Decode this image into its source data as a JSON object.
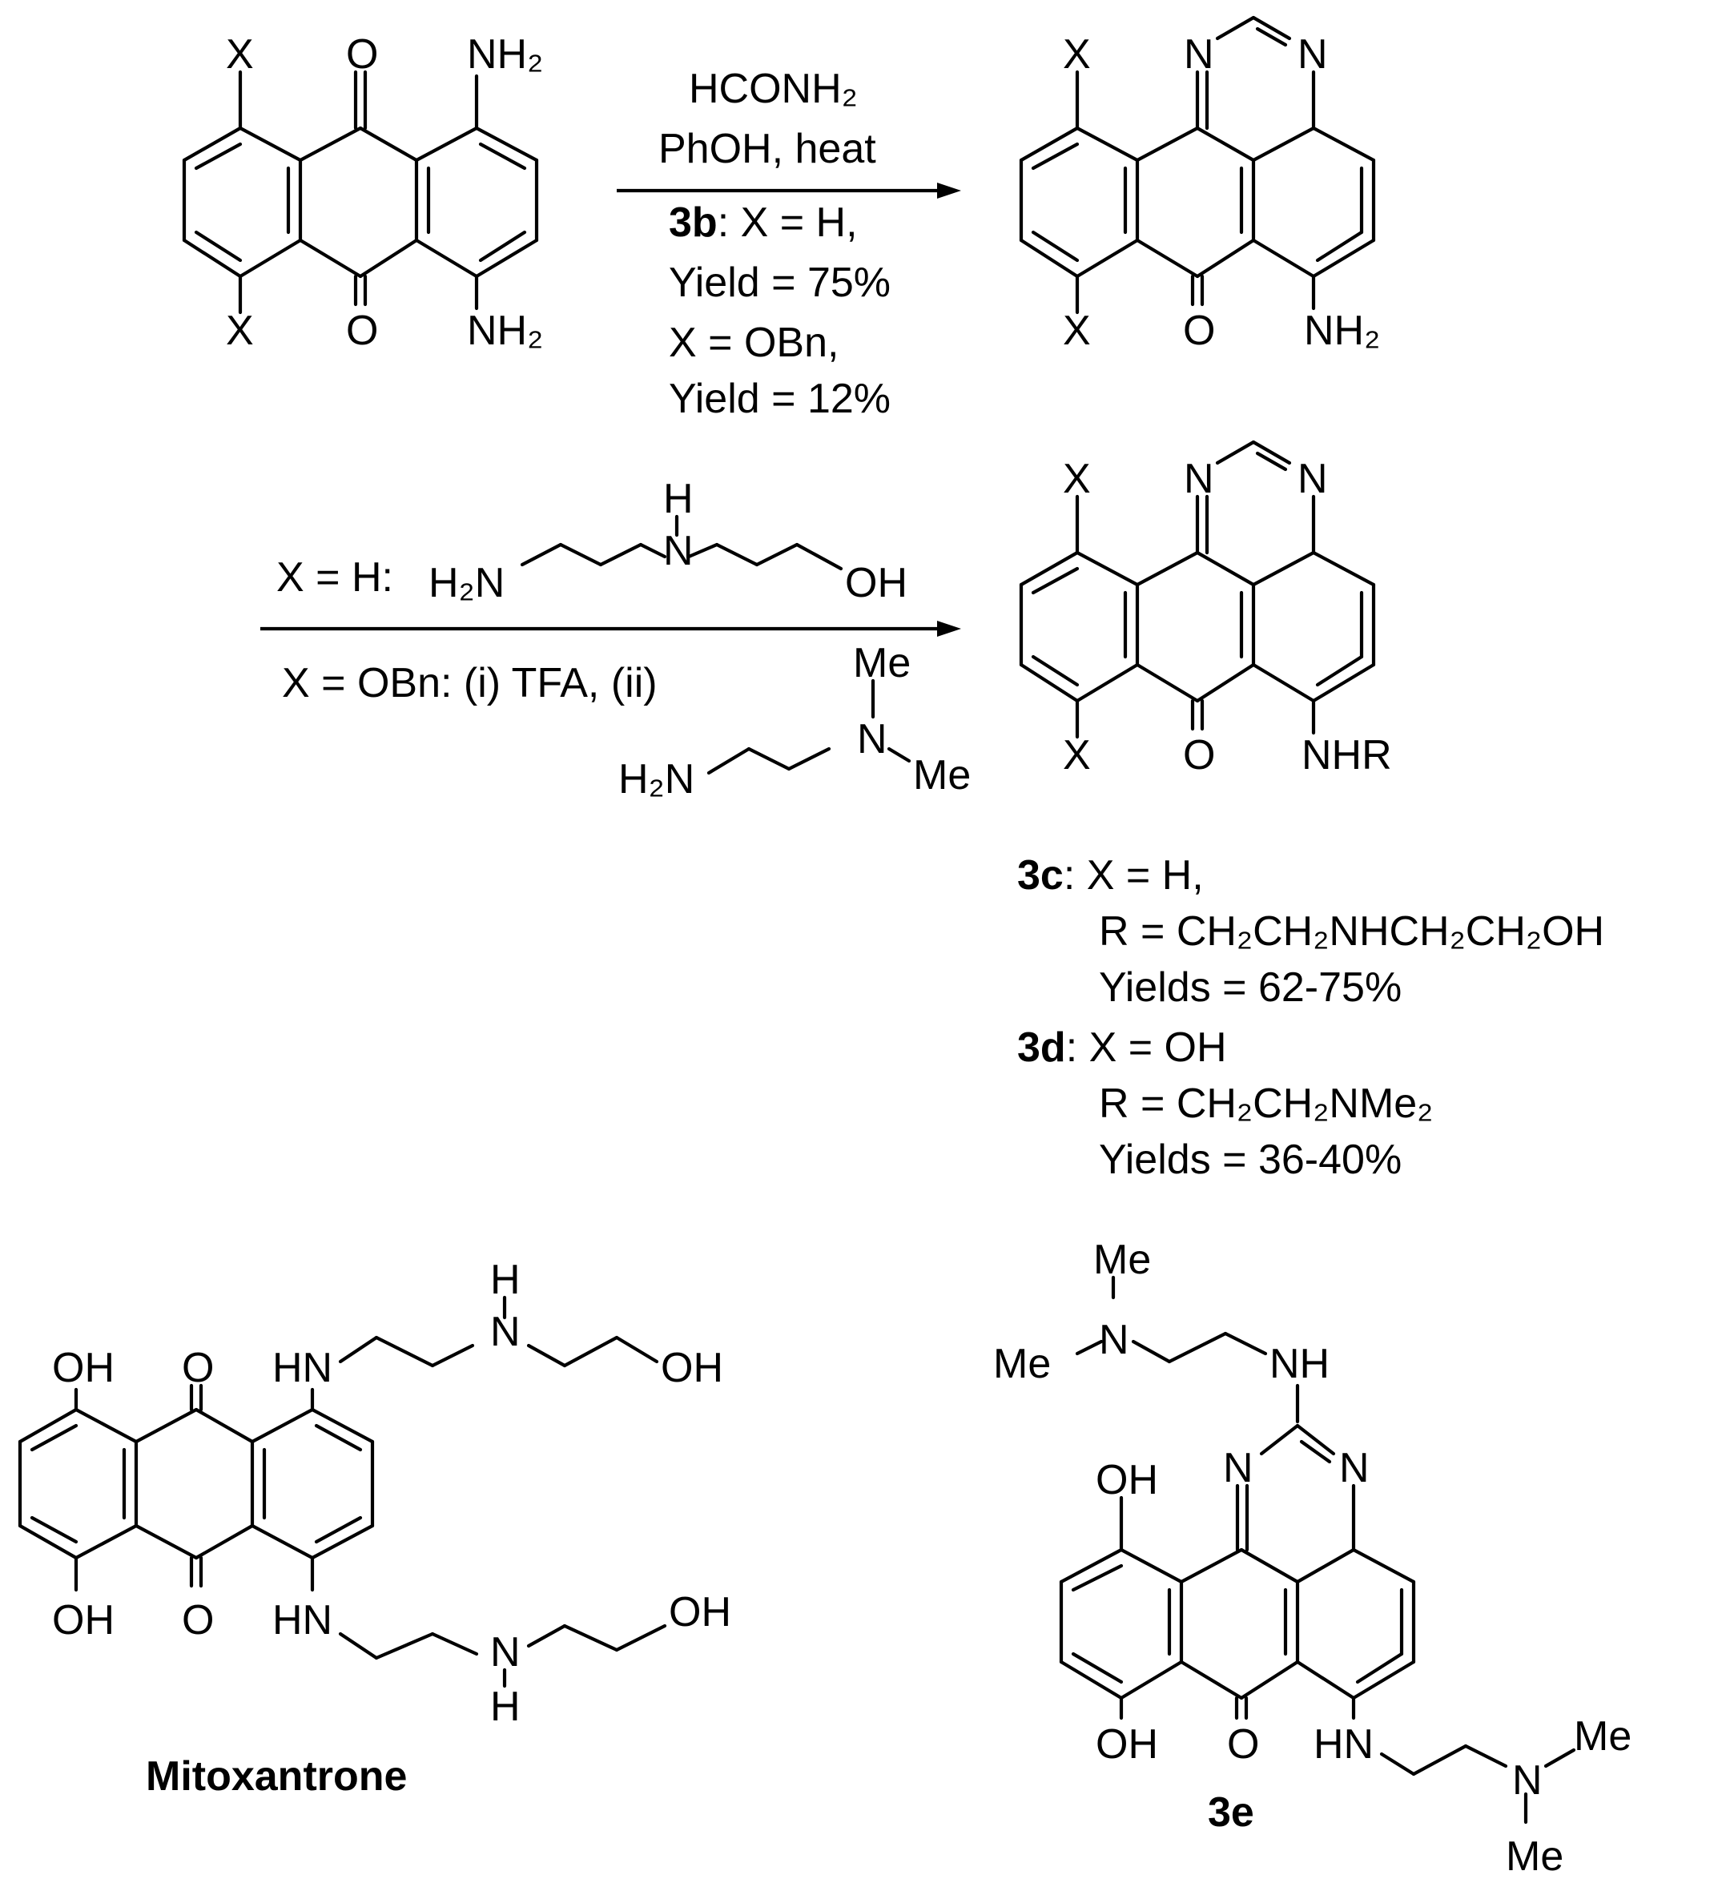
{
  "labels": {
    "X": "X",
    "O": "O",
    "N": "N",
    "H": "H",
    "NH2": "NH₂",
    "H2N": "H₂N",
    "OH": "OH",
    "HN": "HN",
    "NH": "NH",
    "NHR": "NHR",
    "Me": "Me"
  },
  "step1": {
    "reagent1": "HCONH₂",
    "reagent2": "PhOH, heat",
    "cond1_bold": "3b",
    "cond1_rest": ": X = H,",
    "cond2": "Yield = 75%",
    "cond3": "X = OBn,",
    "cond4": "Yield = 12%"
  },
  "step2": {
    "cond_h": "X = H:",
    "cond_obn": "X = OBn: (i) TFA, (ii)"
  },
  "products": {
    "c_bold": "3c",
    "c_line1": ": X = H,",
    "c_line2": "R = CH₂CH₂NHCH₂CH₂OH",
    "c_line3": "Yields = 62-75%",
    "d_bold": "3d",
    "d_line1": ": X = OH",
    "d_line2": "R = CH₂CH₂NMe₂",
    "d_line3": "Yields = 36-40%"
  },
  "names": {
    "mitoxantrone": "Mitoxantrone",
    "compound_3e": "3e"
  }
}
